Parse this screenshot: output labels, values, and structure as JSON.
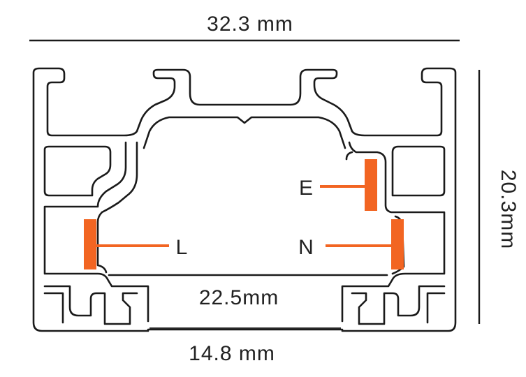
{
  "dimensions": {
    "overall_width": "32.3 mm",
    "overall_height": "20.3mm",
    "inner_width": "22.5mm",
    "bottom_opening": "14.8 mm"
  },
  "conductors": {
    "earth": "E",
    "live": "L",
    "neutral": "N"
  },
  "colors": {
    "conductor": "#F26522",
    "outline": "#1a1a1a",
    "text": "#222222"
  }
}
